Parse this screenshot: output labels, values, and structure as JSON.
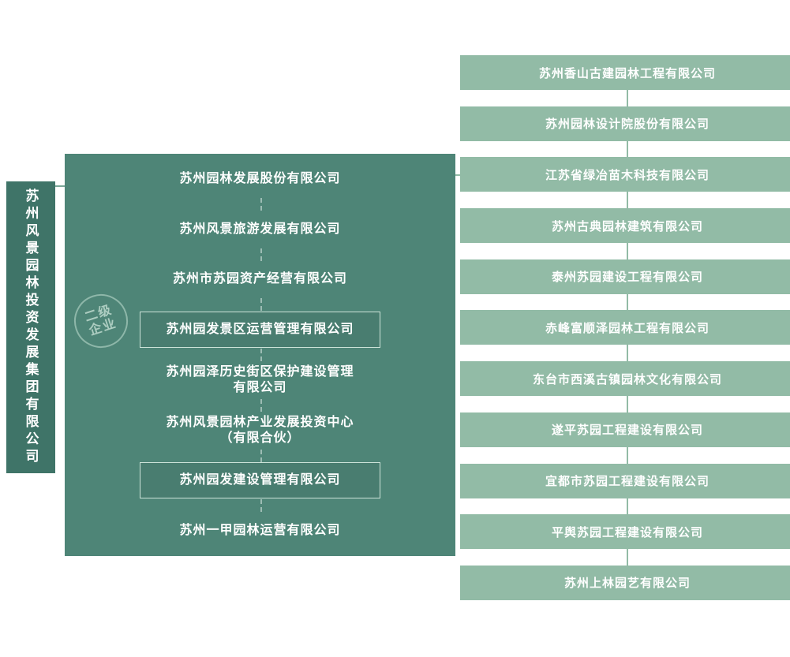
{
  "colors": {
    "root_bg": "#3f7468",
    "panel_bg": "#4e8577",
    "boxed_border": "#cde3d9",
    "level3_bg": "#92bba6",
    "text": "#ffffff"
  },
  "root": {
    "label": "苏州风景园林投资发展集团有限公司"
  },
  "watermark": {
    "line1": "二级",
    "line2": "企业"
  },
  "level2": [
    {
      "label": "苏州园林发展股份有限公司",
      "boxed": false
    },
    {
      "label": "苏州风景旅游发展有限公司",
      "boxed": false
    },
    {
      "label": "苏州市苏园资产经营有限公司",
      "boxed": false
    },
    {
      "label": "苏州园发景区运营管理有限公司",
      "boxed": true
    },
    {
      "label": "苏州园泽历史街区保护建设管理\n有限公司",
      "boxed": false
    },
    {
      "label": "苏州风景园林产业发展投资中心\n（有限合伙）",
      "boxed": false
    },
    {
      "label": "苏州园发建设管理有限公司",
      "boxed": true
    },
    {
      "label": "苏州一甲园林运营有限公司",
      "boxed": false
    }
  ],
  "level3": [
    {
      "label": "苏州香山古建园林工程有限公司"
    },
    {
      "label": "苏州园林设计院股份有限公司"
    },
    {
      "label": "江苏省绿冶苗木科技有限公司"
    },
    {
      "label": "苏州古典园林建筑有限公司"
    },
    {
      "label": "泰州苏园建设工程有限公司"
    },
    {
      "label": "赤峰富顺泽园林工程有限公司"
    },
    {
      "label": "东台市西溪古镇园林文化有限公司"
    },
    {
      "label": "遂平苏园工程建设有限公司"
    },
    {
      "label": "宜都市苏园工程建设有限公司"
    },
    {
      "label": "平舆苏园工程建设有限公司"
    },
    {
      "label": "苏州上林园艺有限公司"
    }
  ]
}
